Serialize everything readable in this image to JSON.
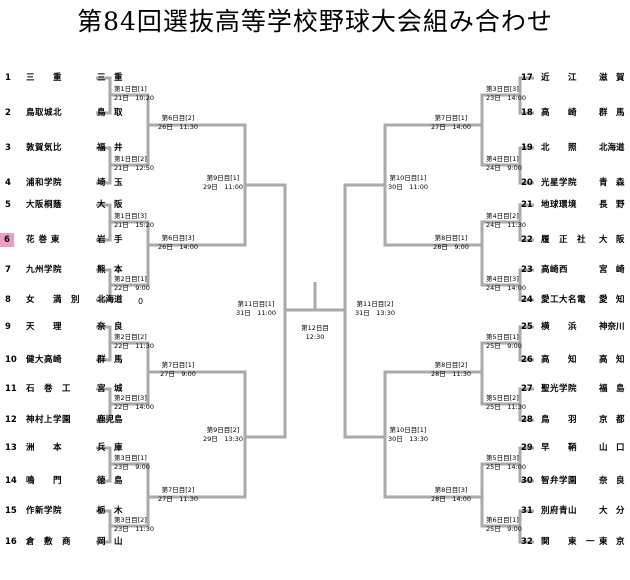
{
  "title": "第84回選抜高等学校野球大会組み合わせ",
  "left_teams": [
    {
      "num": "1",
      "name": "三　　重",
      "pref": "三　重",
      "hl": false
    },
    {
      "num": "2",
      "name": "鳥取城北",
      "pref": "鳥　取",
      "hl": false
    },
    {
      "num": "3",
      "name": "敦賀気比",
      "pref": "福　井",
      "hl": false
    },
    {
      "num": "4",
      "name": "浦和学院",
      "pref": "埼　玉",
      "hl": false
    },
    {
      "num": "5",
      "name": "大阪桐蔭",
      "pref": "大　阪",
      "hl": false
    },
    {
      "num": "6",
      "name": "花 巻 東",
      "pref": "岩　手",
      "hl": true
    },
    {
      "num": "7",
      "name": "九州学院",
      "pref": "熊　本",
      "hl": false
    },
    {
      "num": "8",
      "name": "女　　満　別",
      "pref": "北海道",
      "hl": false
    },
    {
      "num": "9",
      "name": "天　　理",
      "pref": "奈　良",
      "hl": false
    },
    {
      "num": "10",
      "name": "健大高崎",
      "pref": "群　馬",
      "hl": false
    },
    {
      "num": "11",
      "name": "石　巻　工",
      "pref": "宮　城",
      "hl": false
    },
    {
      "num": "12",
      "name": "神村上学園",
      "pref": "鹿児島",
      "hl": false
    },
    {
      "num": "13",
      "name": "洲　　本",
      "pref": "兵　庫",
      "hl": false
    },
    {
      "num": "14",
      "name": "鳴　　門",
      "pref": "徳　島",
      "hl": false
    },
    {
      "num": "15",
      "name": "作新学院",
      "pref": "栃　木",
      "hl": false
    },
    {
      "num": "16",
      "name": "倉　敷　商",
      "pref": "岡　山",
      "hl": false
    }
  ],
  "right_teams": [
    {
      "num": "17",
      "name": "近　　江",
      "pref": "滋　賀",
      "hl": false
    },
    {
      "num": "18",
      "name": "高　　崎",
      "pref": "群　馬",
      "hl": false
    },
    {
      "num": "19",
      "name": "北　　照",
      "pref": "北海道",
      "hl": false
    },
    {
      "num": "20",
      "name": "光星学院",
      "pref": "青　森",
      "hl": false
    },
    {
      "num": "21",
      "name": "地球環境",
      "pref": "長　野",
      "hl": false
    },
    {
      "num": "22",
      "name": "履　正　社",
      "pref": "大　阪",
      "hl": false
    },
    {
      "num": "23",
      "name": "高崎西",
      "pref": "宮　崎",
      "hl": false
    },
    {
      "num": "24",
      "name": "愛工大名電",
      "pref": "愛　知",
      "hl": false
    },
    {
      "num": "25",
      "name": "横　　浜",
      "pref": "神奈川",
      "hl": false
    },
    {
      "num": "26",
      "name": "高　　知",
      "pref": "高　知",
      "hl": false
    },
    {
      "num": "27",
      "name": "聖光学院",
      "pref": "福　島",
      "hl": false
    },
    {
      "num": "28",
      "name": "鳥　　羽",
      "pref": "京　都",
      "hl": false
    },
    {
      "num": "29",
      "name": "早　　鞆",
      "pref": "山　口",
      "hl": false
    },
    {
      "num": "30",
      "name": "智弁学園",
      "pref": "奈　良",
      "hl": false
    },
    {
      "num": "31",
      "name": "別府青山",
      "pref": "大　分",
      "hl": false
    },
    {
      "num": "32",
      "name": "関　　東　一",
      "pref": "東　京",
      "hl": false
    }
  ],
  "games": {
    "L1a": {
      "title": "第1日目[1]",
      "time": "21日　10:20"
    },
    "L1b": {
      "title": "第1日目[2]",
      "time": "21日　12:50"
    },
    "L1c": {
      "title": "第1日目[3]",
      "time": "21日　15:20"
    },
    "L1d": {
      "title": "第2日目[1]",
      "time": "22日　9:00"
    },
    "L1e": {
      "title": "第2日目[2]",
      "time": "22日　11:30"
    },
    "L1f": {
      "title": "第2日目[3]",
      "time": "22日　14:00"
    },
    "L1g": {
      "title": "第3日目[1]",
      "time": "23日　9:00"
    },
    "L1h": {
      "title": "第3日目[2]",
      "time": "23日　11:30"
    },
    "L2a": {
      "title": "第6日目[2]",
      "time": "26日　11:30"
    },
    "L2b": {
      "title": "第6日目[3]",
      "time": "26日　14:00"
    },
    "L2c": {
      "title": "第7日目[1]",
      "time": "27日　9:00"
    },
    "L2d": {
      "title": "第7日目[2]",
      "time": "27日　11:30"
    },
    "L3a": {
      "title": "第9日目[1]",
      "time": "29日　11:00"
    },
    "L3b": {
      "title": "第9日目[2]",
      "time": "29日　13:30"
    },
    "L4": {
      "title": "第11日目[1]",
      "time": "31日　11:00"
    },
    "F": {
      "title": "第12日目",
      "time": "12:30"
    },
    "R4": {
      "title": "第11日目[2]",
      "time": "31日　13:30"
    },
    "R3a": {
      "title": "第10日目[1]",
      "time": "30日　11:00"
    },
    "R3b": {
      "title": "第10日目[1]",
      "time": "30日　13:30"
    },
    "R2a": {
      "title": "第7日目[1]",
      "time": "27日　14:00"
    },
    "R2b": {
      "title": "第8日目[1]",
      "time": "28日　9:00"
    },
    "R2c": {
      "title": "第8日目[2]",
      "time": "28日　11:30"
    },
    "R2d": {
      "title": "第8日目[3]",
      "time": "28日　14:00"
    },
    "R1a": {
      "title": "第3日目[3]",
      "time": "23日　14:00"
    },
    "R1b": {
      "title": "第4日目[1]",
      "time": "24日　9:00"
    },
    "R1c": {
      "title": "第4日目[2]",
      "time": "24日　11:30"
    },
    "R1d": {
      "title": "第4日目[3]",
      "time": "24日　14:00"
    },
    "R1e": {
      "title": "第5日目[1]",
      "time": "25日　9:00"
    },
    "R1f": {
      "title": "第5日目[2]",
      "time": "25日　11:30"
    },
    "R1g": {
      "title": "第5日目[3]",
      "time": "25日　14:00"
    },
    "R1h": {
      "title": "第6日目[1]",
      "time": "25日　9:00"
    }
  },
  "scores": {
    "s8": "0"
  },
  "colors": {
    "line": "#aaaaaa",
    "highlight": "#f29ac2",
    "text": "#000000"
  }
}
